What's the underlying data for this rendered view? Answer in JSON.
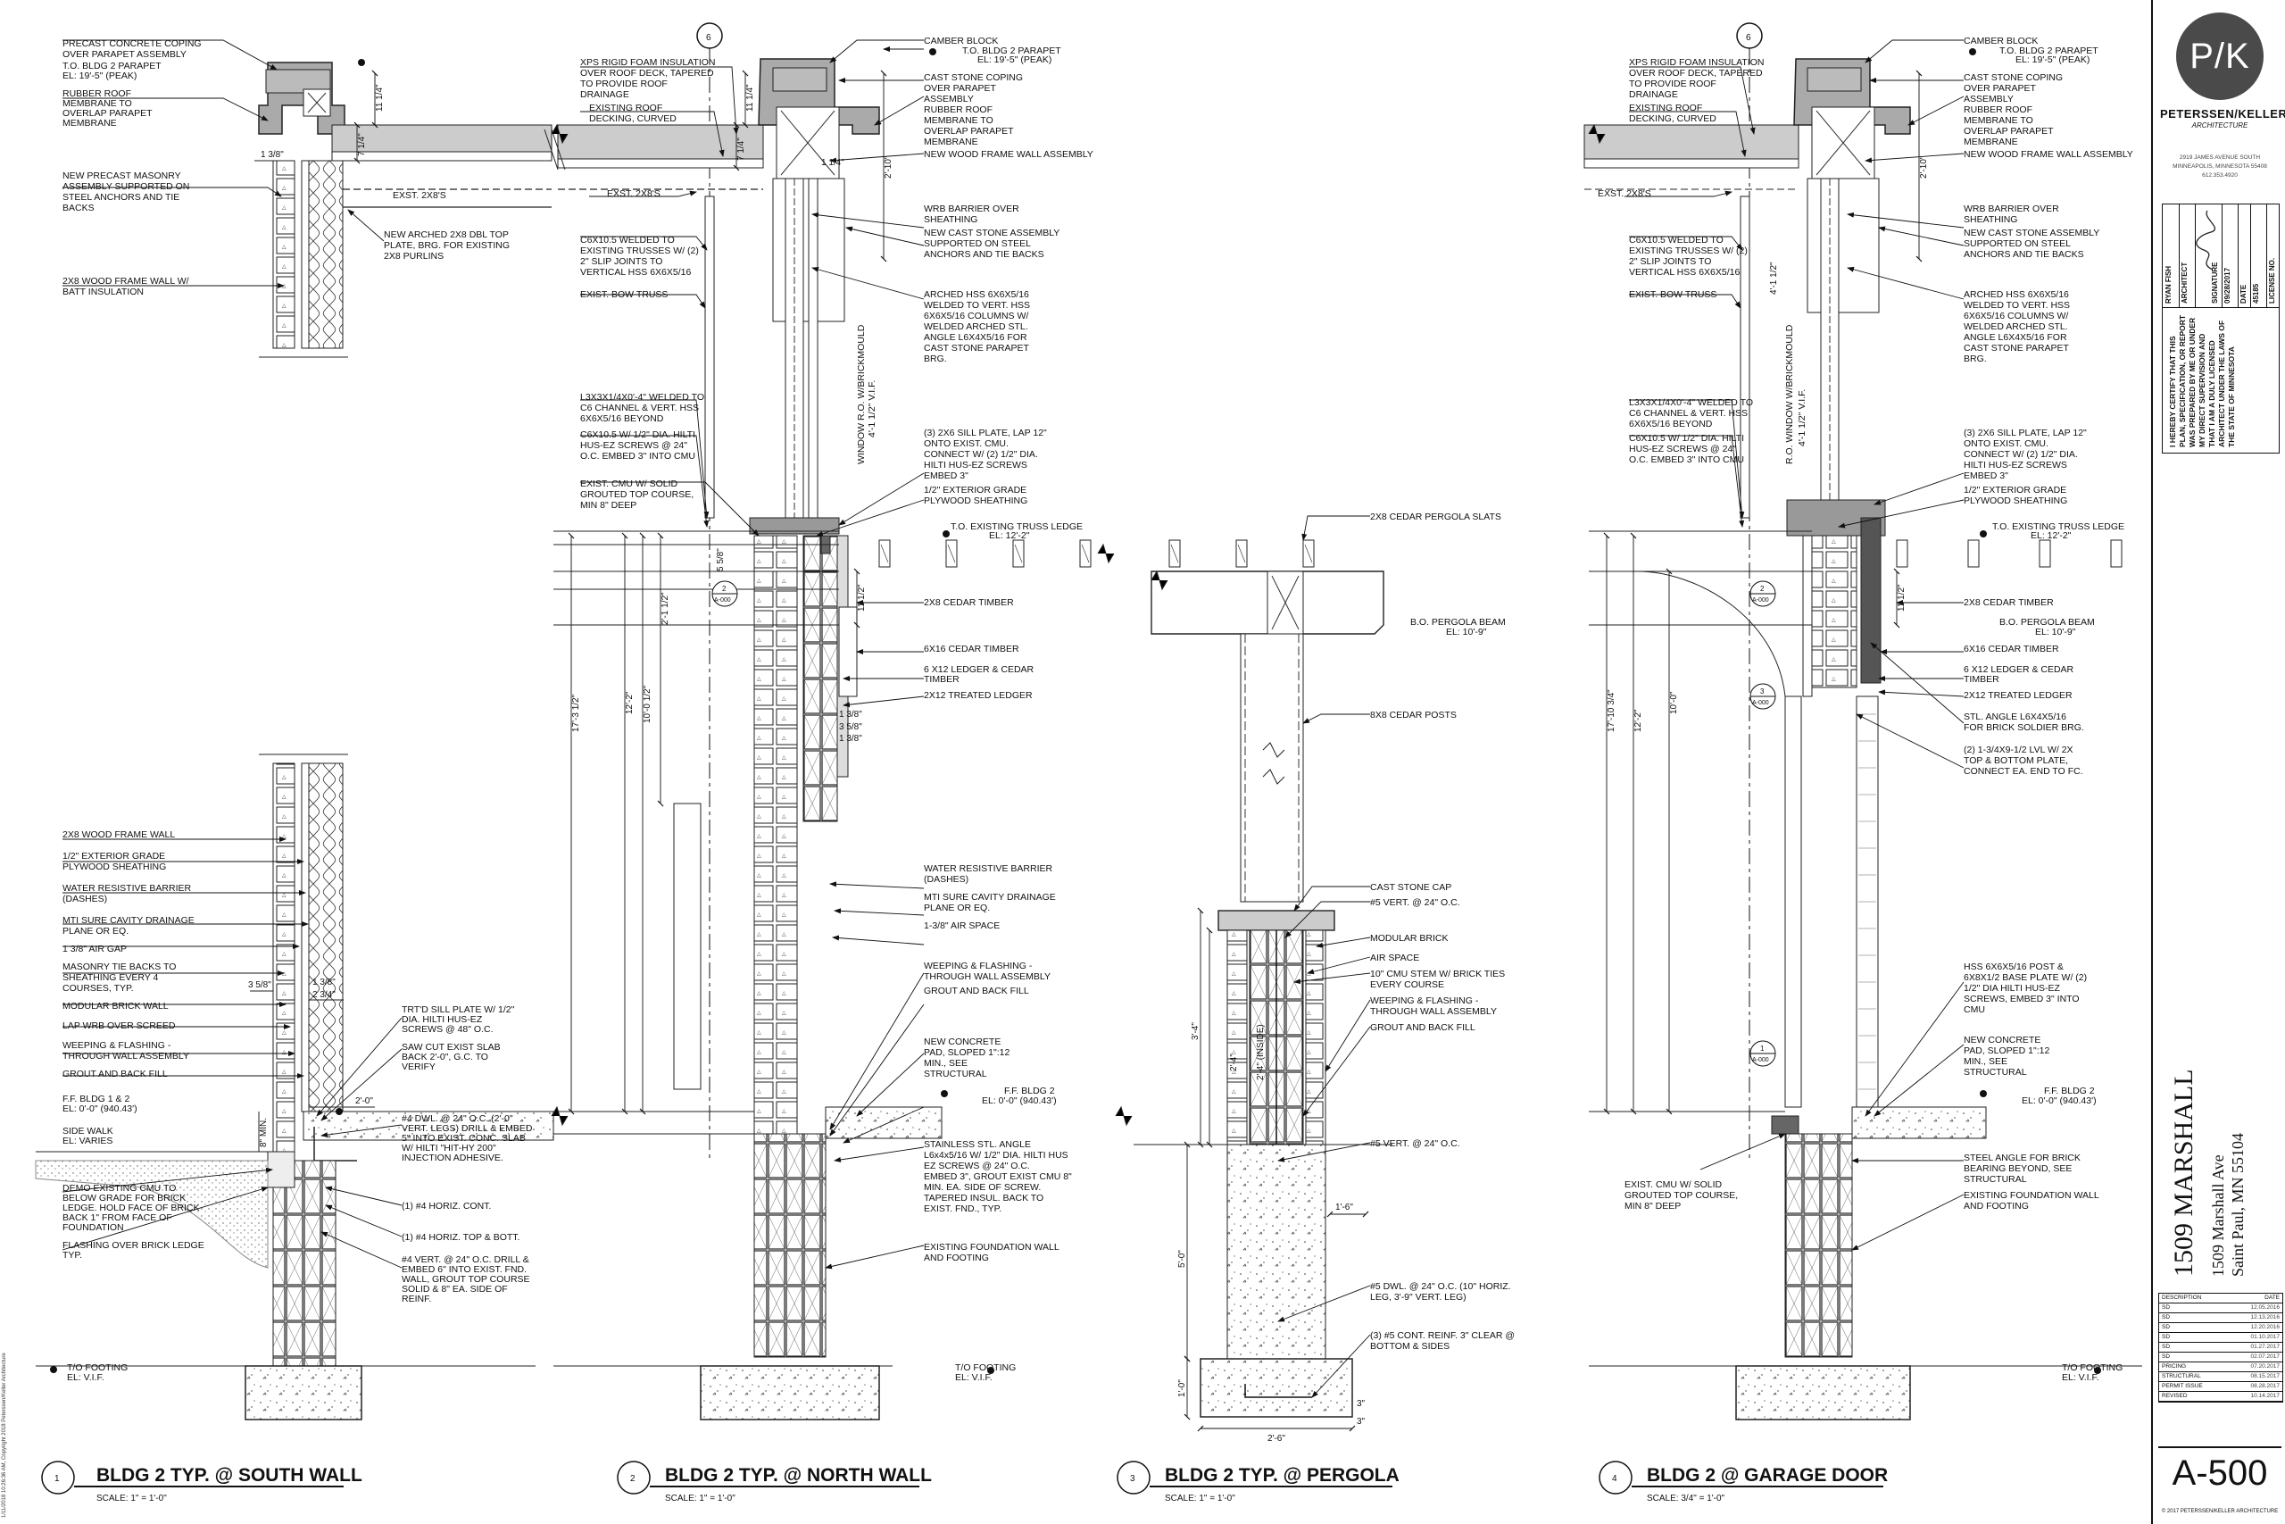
{
  "details": [
    {
      "number": "1",
      "title": "BLDG 2 TYP. @ SOUTH WALL",
      "scale": "SCALE: 1\" = 1'-0\"",
      "notes": [
        "PRECAST CONCRETE COPING",
        "OVER PARAPET ASSEMBLY",
        "T.O. BLDG 2 PARAPET",
        "EL: 19'-5\" (PEAK)",
        "RUBBER ROOF",
        "MEMBRANE TO",
        "OVERLAP PARAPET",
        "MEMBRANE",
        "NEW PRECAST MASONRY",
        "ASSEMBLY SUPPORTED ON",
        "STEEL ANCHORS AND TIE",
        "BACKS",
        "NEW ARCHED 2X8 DBL TOP",
        "PLATE, BRG. FOR EXISTING",
        "2X8 PURLINS",
        "2X8 WOOD FRAME WALL W/",
        "BATT INSULATION",
        "EXST. 2X8'S",
        "2X8 WOOD FRAME WALL",
        "1/2\" EXTERIOR GRADE",
        "PLYWOOD SHEATHING",
        "WATER RESISTIVE BARRIER",
        "(DASHES)",
        "MTI SURE CAVITY DRAINAGE",
        "PLANE OR EQ.",
        "1 3/8\" AIR GAP",
        "MASONRY TIE BACKS TO",
        "SHEATHING EVERY 4",
        "COURSES, TYP.",
        "MODULAR BRICK WALL",
        "LAP WRB OVER SCREED",
        "WEEPING & FLASHING -",
        "THROUGH WALL ASSEMBLY",
        "GROUT AND BACK FILL",
        "F.F. BLDG 1 & 2",
        "EL: 0'-0\" (940.43')",
        "SIDE WALK",
        "EL: VARIES",
        "DEMO EXISTING CMU TO",
        "BELOW GRADE FOR BRICK",
        "LEDGE. HOLD FACE OF BRICK",
        "BACK 1\" FROM FACE OF",
        "FOUNDATION",
        "FLASHING OVER BRICK LEDGE",
        "TYP.",
        "T/O FOOTING",
        "EL: V.I.F.",
        "TRT'D SILL PLATE W/ 1/2\"",
        "DIA. HILTI HUS-EZ",
        "SCREWS @ 48\" O.C.",
        "SAW CUT EXIST SLAB",
        "BACK 2'-0\", G.C. TO",
        "VERIFY",
        "#4 DWL. @ 24\" O.C. (2'-0\"",
        "VERT. LEGS) DRILL & EMBED",
        "5\" INTO EXIST. CONC. SLAB",
        "W/ HILTI \"HIT-HY 200\"",
        "INJECTION ADHESIVE.",
        "(1) #4 HORIZ. CONT.",
        "(1) #4 HORIZ. TOP & BOTT.",
        "#4 VERT. @ 24\" O.C. DRILL &",
        "EMBED 6\" INTO EXIST. FND.",
        "WALL, GROUT TOP COURSE",
        "SOLID & 8\" EA. SIDE OF",
        "REINF."
      ],
      "dims": [
        "11 1/4\"",
        "7 1/4\"",
        "1 3/8\"",
        "3 5/8\"",
        "1 3/8\"",
        "2 3/4\"",
        "2'-0\"",
        "8\" MIN."
      ]
    },
    {
      "number": "2",
      "title": "BLDG 2 TYP. @ NORTH WALL",
      "scale": "SCALE: 1\" = 1'-0\"",
      "grid_bubble": "6",
      "notes": [
        "XPS RIGID FOAM INSULATION",
        "OVER ROOF DECK, TAPERED",
        "TO PROVIDE ROOF",
        "DRAINAGE",
        "EXISTING ROOF",
        "DECKING, CURVED",
        "EXST. 2X8'S",
        "C6X10.5 WELDED TO",
        "EXISTING TRUSSES W/ (2)",
        "2\" SLIP JOINTS TO",
        "VERTICAL HSS 6X6X5/16",
        "EXIST. BOW TRUSS",
        "L3X3X1/4X0'-4\" WELDED TO",
        "C6 CHANNEL & VERT. HSS",
        "6X6X5/16 BEYOND",
        "C6X10.5 W/ 1/2\" DIA. HILTI",
        "HUS-EZ SCREWS @ 24\"",
        "O.C. EMBED 3\" INTO CMU",
        "EXIST. CMU W/ SOLID",
        "GROUTED TOP COURSE,",
        "MIN 8\" DEEP",
        "CAMBER BLOCK",
        "T.O. BLDG 2 PARAPET",
        "EL: 19'-5\" (PEAK)",
        "CAST STONE COPING",
        "OVER PARAPET",
        "ASSEMBLY",
        "RUBBER ROOF",
        "MEMBRANE TO",
        "OVERLAP PARAPET",
        "MEMBRANE",
        "NEW WOOD FRAME WALL ASSEMBLY",
        "WRB BARRIER OVER",
        "SHEATHING",
        "NEW CAST STONE ASSEMBLY",
        "SUPPORTED ON STEEL",
        "ANCHORS AND TIE BACKS",
        "ARCHED HSS 6X6X5/16",
        "WELDED TO VERT. HSS",
        "6X6X5/16 COLUMNS W/",
        "WELDED ARCHED STL.",
        "ANGLE L6X4X5/16 FOR",
        "CAST STONE PARAPET",
        "BRG.",
        "WINDOW R.O. W/BRICKMOULD",
        "4'-1 1/2\" V.I.F.",
        "(3) 2X6 SILL PLATE, LAP 12\"",
        "ONTO EXIST. CMU.",
        "CONNECT W/ (2) 1/2\" DIA.",
        "HILTI HUS-EZ SCREWS",
        "EMBED 3\"",
        "1/2\" EXTERIOR GRADE",
        "PLYWOOD SHEATHING",
        "T.O. EXISTING TRUSS LEDGE",
        "EL: 12'-2\"",
        "2X8 CEDAR TIMBER",
        "B.O. PERGOLA BEAM",
        "EL: 10'-9\"",
        "6X16 CEDAR TIMBER",
        "6 X12 LEDGER & CEDAR",
        "TIMBER",
        "2X12 TREATED LEDGER",
        "WATER RESISTIVE BARRIER",
        "(DASHES)",
        "MTI SURE CAVITY DRAINAGE",
        "PLANE OR EQ.",
        "1-3/8\" AIR SPACE",
        "WEEPING & FLASHING -",
        "THROUGH WALL ASSEMBLY",
        "GROUT AND BACK FILL",
        "NEW CONCRETE",
        "PAD, SLOPED 1\":12",
        "MIN., SEE",
        "STRUCTURAL",
        "F.F. BLDG 2",
        "EL: 0'-0\" (940.43')",
        "STAINLESS STL. ANGLE",
        "L6x4x5/16 W/ 1/2\" DIA. HILTI HUS",
        "EZ SCREWS @ 24\" O.C.",
        "EMBED 3\", GROUT EXIST CMU 8\"",
        "MIN. EA. SIDE OF SCREW.",
        "TAPERED INSUL. BACK TO",
        "EXIST. FND., TYP.",
        "EXISTING FOUNDATION WALL",
        "AND FOOTING",
        "T/O FOOTING",
        "EL: V.I.F."
      ],
      "dims": [
        "11 1/4\"",
        "7 1/4\"",
        "2'-10\"",
        "1 1/4\"",
        "5 5/8\"",
        "2'-1 1/2\"",
        "12'-2\"",
        "17'-3 1/2\"",
        "10'-0 1/2\"",
        "11 1/2\"",
        "1 3/8\"",
        "3 5/8\"",
        "1 3/8\""
      ],
      "section_tags": [
        {
          "top": "2",
          "bottom": "A-000"
        }
      ]
    },
    {
      "number": "3",
      "title": "BLDG 2 TYP. @ PERGOLA",
      "scale": "SCALE: 1\" = 1'-0\"",
      "notes": [
        "2X8 CEDAR PERGOLA SLATS",
        "8X8 CEDAR POSTS",
        "CAST STONE CAP",
        "#5 VERT. @ 24\" O.C.",
        "MODULAR BRICK",
        "AIR SPACE",
        "10\" CMU STEM W/ BRICK TIES",
        "EVERY COURSE",
        "WEEPING & FLASHING -",
        "THROUGH WALL ASSEMBLY",
        "GROUT AND BACK FILL",
        "#5 VERT. @ 24\" O.C.",
        "#5 DWL. @ 24\" O.C. (10\" HORIZ.",
        "LEG, 3'-9\" VERT. LEG)",
        "(3) #5 CONT. REINF. 3\" CLEAR @",
        "BOTTOM & SIDES"
      ],
      "dims": [
        "3'-4\"",
        "2'-4\"",
        "2'-4\" (INSIDE)",
        "1'-6\"",
        "5'-0\"",
        "1'-0\"",
        "2'-6\"",
        "3\"",
        "3\""
      ]
    },
    {
      "number": "4",
      "title": "BLDG 2 @ GARAGE DOOR",
      "scale": "SCALE: 3/4\" = 1'-0\"",
      "grid_bubble": "6",
      "notes": [
        "XPS RIGID FOAM INSULATION",
        "OVER ROOF DECK, TAPERED",
        "TO PROVIDE ROOF",
        "DRAINAGE",
        "EXISTING ROOF",
        "DECKING, CURVED",
        "EXST. 2X8'S",
        "C6X10.5 WELDED TO",
        "EXISTING TRUSSES W/ (2)",
        "2\" SLIP JOINTS TO",
        "VERTICAL HSS 6X6X5/16",
        "EXIST. BOW TRUSS",
        "L3X3X1/4X0'-4\" WELDED TO",
        "C6 CHANNEL & VERT. HSS",
        "6X6X5/16 BEYOND",
        "C6X10.5 W/ 1/2\" DIA. HILTI",
        "HUS-EZ SCREWS @ 24\"",
        "O.C. EMBED 3\" INTO CMU",
        "CAMBER BLOCK",
        "T.O. BLDG 2 PARAPET",
        "EL: 19'-5\" (PEAK)",
        "CAST STONE COPING",
        "OVER PARAPET",
        "ASSEMBLY",
        "RUBBER ROOF",
        "MEMBRANE TO",
        "OVERLAP PARAPET",
        "MEMBRANE",
        "NEW WOOD FRAME WALL ASSEMBLY",
        "WRB BARRIER OVER",
        "SHEATHING",
        "NEW CAST STONE ASSEMBLY",
        "SUPPORTED ON STEEL",
        "ANCHORS AND TIE BACKS",
        "ARCHED HSS 6X6X5/16",
        "WELDED TO VERT. HSS",
        "6X6X5/16 COLUMNS W/",
        "WELDED ARCHED STL.",
        "ANGLE L6X4X5/16 FOR",
        "CAST STONE PARAPET",
        "BRG.",
        "R.O. WINDOW W/BRICKMOULD",
        "4'-1 1/2\" V.I.F.",
        "(3) 2X6 SILL PLATE, LAP 12\"",
        "ONTO EXIST. CMU.",
        "CONNECT W/ (2) 1/2\" DIA.",
        "HILTI HUS-EZ SCREWS",
        "EMBED 3\"",
        "1/2\" EXTERIOR GRADE",
        "PLYWOOD SHEATHING",
        "T.O. EXISTING TRUSS LEDGE",
        "EL: 12'-2\"",
        "2X8 CEDAR TIMBER",
        "B.O. PERGOLA BEAM",
        "EL: 10'-9\"",
        "6X16 CEDAR TIMBER",
        "6 X12 LEDGER & CEDAR",
        "TIMBER",
        "2X12 TREATED LEDGER",
        "STL. ANGLE L6X4X5/16",
        "FOR BRICK SOLDIER BRG.",
        "(2) 1-3/4X9-1/2 LVL W/ 2X",
        "TOP & BOTTOM PLATE,",
        "CONNECT EA. END TO FC.",
        "HSS 6X6X5/16 POST &",
        "6X8X1/2 BASE PLATE W/ (2)",
        "1/2\" DIA HILTI HUS-EZ",
        "SCREWS, EMBED 3\" INTO",
        "CMU",
        "NEW CONCRETE",
        "PAD, SLOPED 1\":12",
        "MIN., SEE",
        "STRUCTURAL",
        "F.F. BLDG 2",
        "EL: 0'-0\" (940.43')",
        "EXIST. CMU W/ SOLID",
        "GROUTED TOP COURSE,",
        "MIN 8\" DEEP",
        "STEEL ANGLE FOR BRICK",
        "BEARING BEYOND, SEE",
        "STRUCTURAL",
        "EXISTING FOUNDATION WALL",
        "AND FOOTING",
        "T/O FOOTING",
        "EL: V.I.F."
      ],
      "dims": [
        "2'-10\"",
        "4'-1 1/2\"",
        "11 1/2\"",
        "17'-10 3/4\"",
        "12'-2\"",
        "10'-0\""
      ],
      "section_tags": [
        {
          "top": "2",
          "bottom": "A-000"
        },
        {
          "top": "3",
          "bottom": "A-000"
        },
        {
          "top": "1",
          "bottom": "A-000"
        }
      ]
    }
  ],
  "titleblock": {
    "logo": "P/K",
    "firm": "PETERSSEN/KELLER",
    "firm_sub": "ARCHITECTURE",
    "address_lines": [
      "2919 JAMES AVENUE SOUTH",
      "MINNEAPOLIS, MINNESOTA 55408",
      "612.353.4920"
    ],
    "certification": "I HEREBY CERTIFY THAT THIS PLAN, SPECIFICATION, OR REPORT WAS PREPARED BY ME OR UNDER MY DIRECT SUPERVISION AND THAT I AM A DULY LICENSED ARCHITECT UNDER THE LAWS OF THE STATE OF MINNESOTA",
    "cert_rows": [
      "RYAN FISH",
      "ARCHITECT",
      "SIGNATURE",
      "09/28/2017",
      "DATE",
      "45185",
      "LICENSE NO."
    ],
    "project_name": "1509 MARSHALL",
    "project_addr1": "1509 Marshall Ave",
    "project_addr2": "Saint Paul, MN 55104",
    "rev_header": [
      "DESCRIPTION",
      "DATE"
    ],
    "revisions": [
      [
        "SD",
        "12.05.2016"
      ],
      [
        "SD",
        "12.13.2016"
      ],
      [
        "SD",
        "12.20.2016"
      ],
      [
        "SD",
        "01.10.2017"
      ],
      [
        "SD",
        "01.27.2017"
      ],
      [
        "SD",
        "02.07.2017"
      ],
      [
        "PRICING",
        "07.20.2017"
      ],
      [
        "STRUCTURAL",
        "08.15.2017"
      ],
      [
        "PERMIT ISSUE",
        "08.28.2017"
      ],
      [
        "REVISED",
        "10.14.2017"
      ]
    ],
    "sheet_number": "A-500",
    "copyright": "© 2017 PETERSSEN/KELLER ARCHITECTURE",
    "plot_stamp": "1/11/2018 10:26:36 AM, Copyright 2018 Peterssen/Keller Architecture"
  }
}
